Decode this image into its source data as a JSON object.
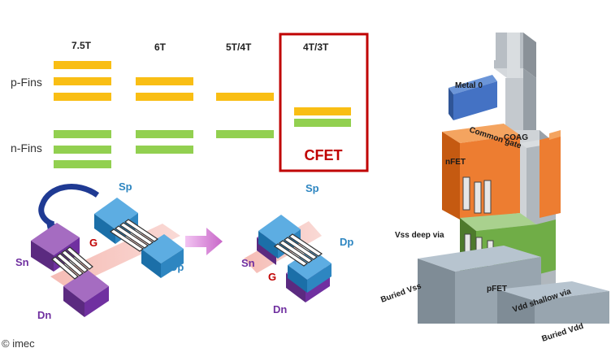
{
  "columns": [
    "7.5T",
    "6T",
    "5T/4T",
    "4T/3T"
  ],
  "row_labels": {
    "pfins": "p-Fins",
    "nfins": "n-Fins"
  },
  "highlight_label": "CFET",
  "colors": {
    "pfin": "#f9be14",
    "nfin": "#92d050",
    "highlight": "#c00000",
    "purple": "#7030a0",
    "blue": "#2e86c1",
    "gate": "#f0a8a0",
    "arrow_curve": "#1f3a93",
    "arrow_right": "#d98ad9",
    "orange": "#ed7d31",
    "green": "#70ad47",
    "grey": "#9aa3ab",
    "metal": "#4472c4"
  },
  "device_left": {
    "sp": "Sp",
    "sn": "Sn",
    "g": "G",
    "dp": "Dp",
    "dn": "Dn"
  },
  "device_right": {
    "sp": "Sp",
    "sn": "Sn",
    "g": "G",
    "dp": "Dp",
    "dn": "Dn"
  },
  "right_3d": {
    "metal0": "Metal 0",
    "common_gate": "Common gate",
    "coag": "COAG",
    "nfet": "nFET",
    "vss_deep_via": "Vss deep via",
    "pfet": "pFET",
    "buried_vss": "Buried Vss",
    "vdd_shallow_via": "Vdd shallow via",
    "buried_vdd": "Buried Vdd"
  },
  "copyright": "© imec"
}
